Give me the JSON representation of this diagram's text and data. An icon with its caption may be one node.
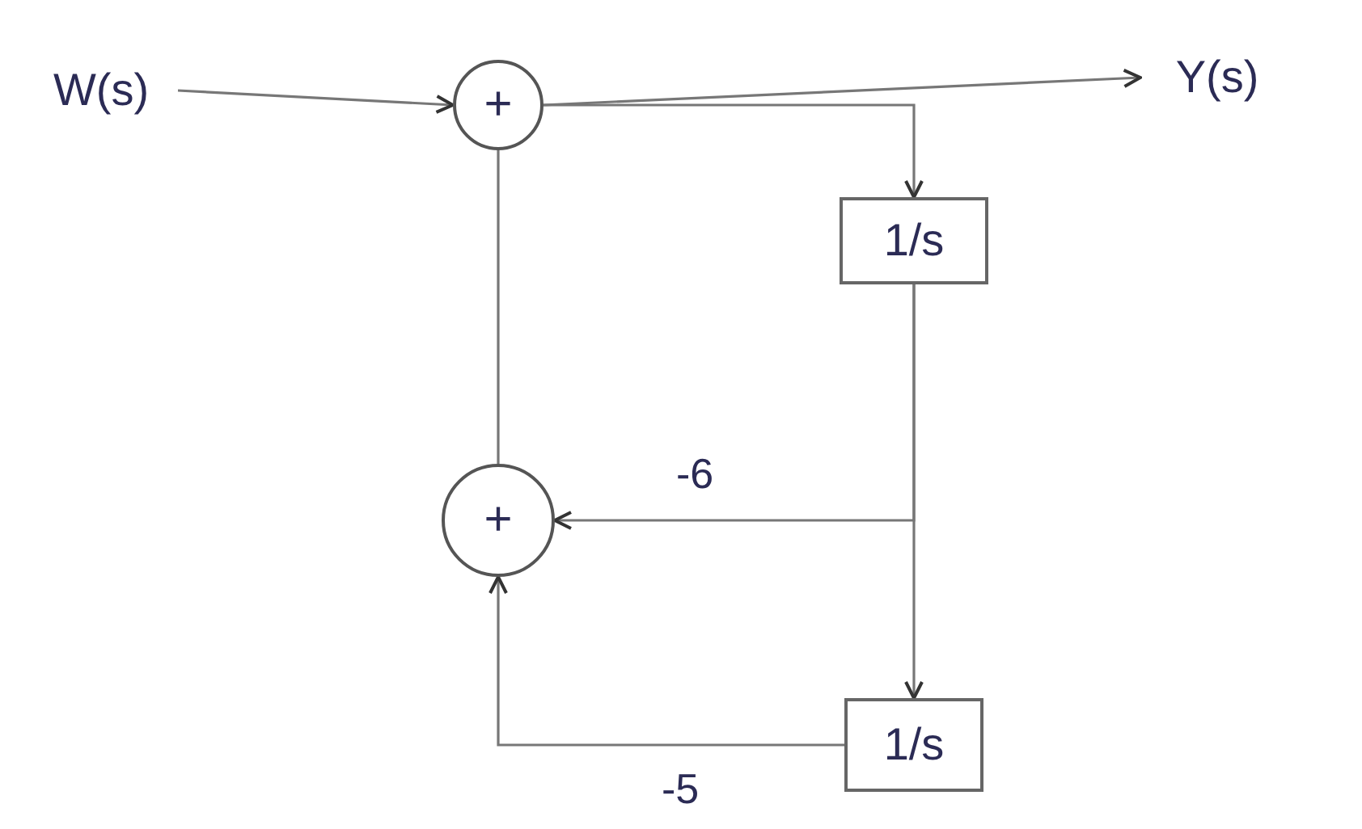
{
  "diagram": {
    "nodes": [
      {
        "text": [
          "W(s)"
        ]
      },
      {
        "text": [
          "+"
        ]
      },
      {
        "text": [
          "Y(s)"
        ]
      },
      {
        "text": [
          "1/s"
        ]
      },
      {
        "text": [
          "+"
        ]
      },
      {
        "text": [
          "1/s"
        ]
      }
    ],
    "edges": [
      {
        "from": 0,
        "to": 1,
        "arrow": "to"
      },
      {
        "from": 1,
        "to": 2,
        "arrow": "to"
      },
      {
        "from": 1,
        "to": 3,
        "arrow": "to"
      },
      {
        "from": 3,
        "to": 4,
        "arrow": "to",
        "label": "-6"
      },
      {
        "from": 3,
        "to": 5,
        "arrow": "to"
      },
      {
        "from": 5,
        "to": 4,
        "arrow": "to",
        "label": "-5"
      },
      {
        "from": 4,
        "to": 1,
        "arrow": "none"
      }
    ]
  }
}
